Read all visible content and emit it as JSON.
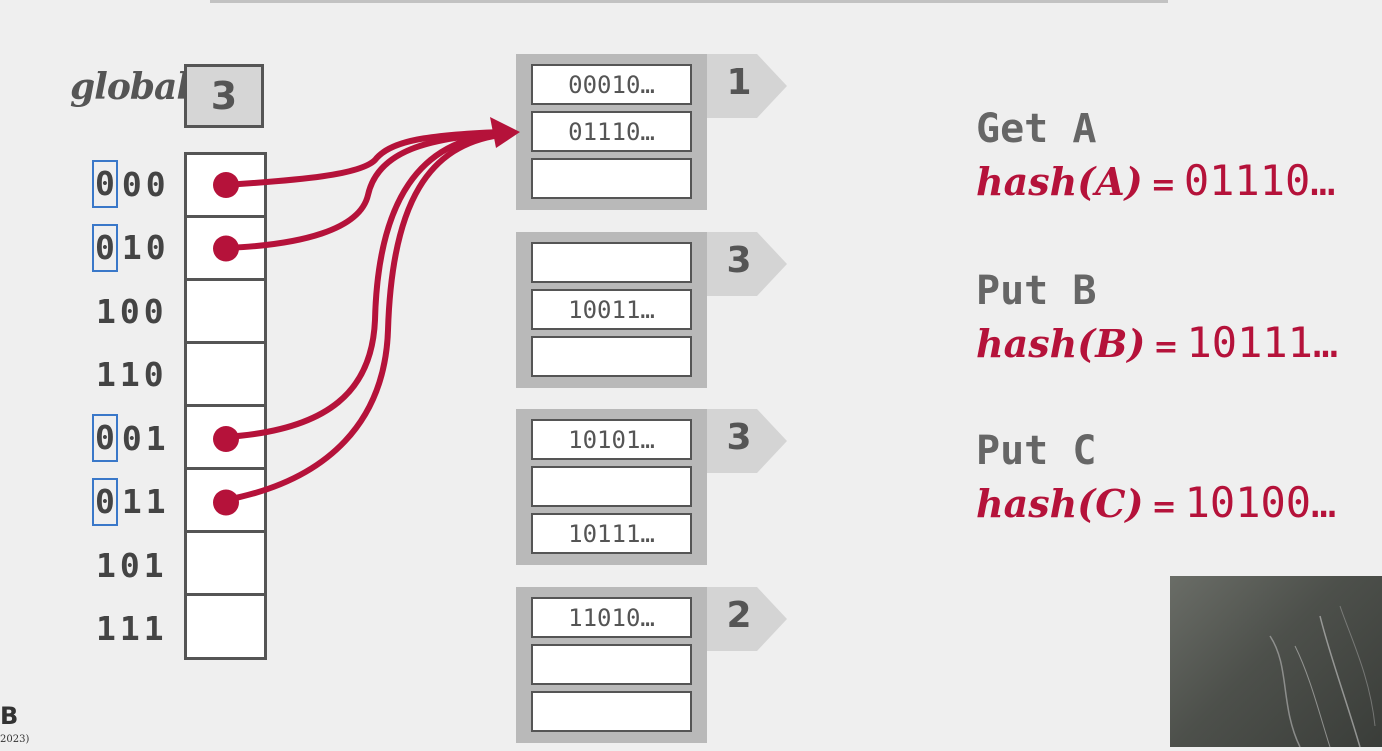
{
  "global": {
    "label": "global",
    "depth": "3"
  },
  "directory": [
    {
      "prefix": "0",
      "rest": "00",
      "highlight": true,
      "pointer": true
    },
    {
      "prefix": "0",
      "rest": "10",
      "highlight": true,
      "pointer": true
    },
    {
      "prefix": "",
      "rest": "100",
      "highlight": false,
      "pointer": false
    },
    {
      "prefix": "",
      "rest": "110",
      "highlight": false,
      "pointer": false
    },
    {
      "prefix": "0",
      "rest": "01",
      "highlight": true,
      "pointer": true
    },
    {
      "prefix": "0",
      "rest": "11",
      "highlight": true,
      "pointer": true
    },
    {
      "prefix": "",
      "rest": "101",
      "highlight": false,
      "pointer": false
    },
    {
      "prefix": "",
      "rest": "111",
      "highlight": false,
      "pointer": false
    }
  ],
  "buckets": [
    {
      "local_depth": "1",
      "entries": [
        "00010…",
        "01110…",
        ""
      ]
    },
    {
      "local_depth": "3",
      "entries": [
        "",
        "10011…",
        ""
      ]
    },
    {
      "local_depth": "3",
      "entries": [
        "10101…",
        "",
        "10111…"
      ]
    },
    {
      "local_depth": "2",
      "entries": [
        "11010…",
        "",
        ""
      ]
    }
  ],
  "operations": [
    {
      "op": "Get A",
      "fn": "hash(A)",
      "eq": "=",
      "value": "01110…"
    },
    {
      "op": "Put B",
      "fn": "hash(B)",
      "eq": "=",
      "value": "10111…"
    },
    {
      "op": "Put C",
      "fn": "hash(C)",
      "eq": "=",
      "value": "10100…"
    }
  ],
  "colors": {
    "pointer": "#b5123a",
    "highlight_box": "#3a78c9",
    "bucket_bg": "#b9b9b9",
    "tab_bg": "#d4d4d4"
  },
  "footer": {
    "logo_fragment": "B",
    "year_fragment": "2023)"
  }
}
